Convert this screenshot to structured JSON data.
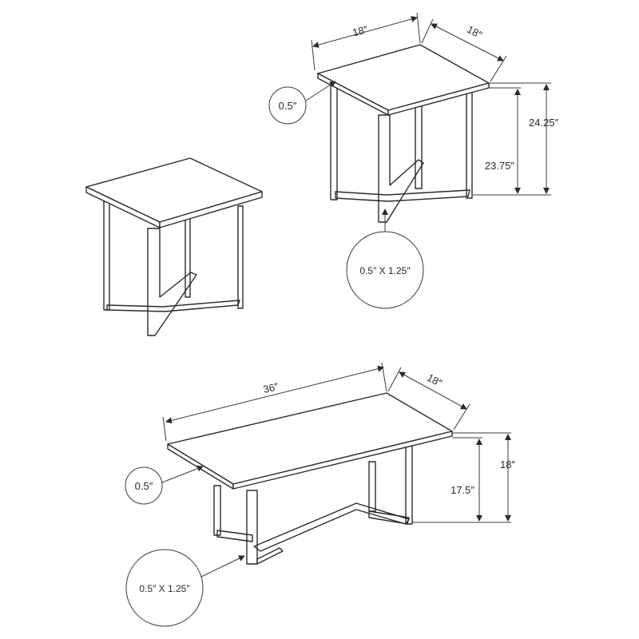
{
  "end_table_dims": {
    "width": "18″",
    "depth": "18″",
    "top_thickness": "0.5″",
    "total_height": "24.25″",
    "leg_height": "23.75″",
    "leg_profile": "0.5″ X 1.25″"
  },
  "coffee_table_dims": {
    "width": "36″",
    "depth": "18″",
    "top_thickness": "0.5″",
    "total_height": "18″",
    "leg_height": "17.5″",
    "leg_profile": "0.5″ X 1.25″"
  },
  "colors": {
    "line": "#2a2a2a",
    "background": "#ffffff"
  },
  "icons": {
    "arrowhead": "arrow-icon"
  }
}
